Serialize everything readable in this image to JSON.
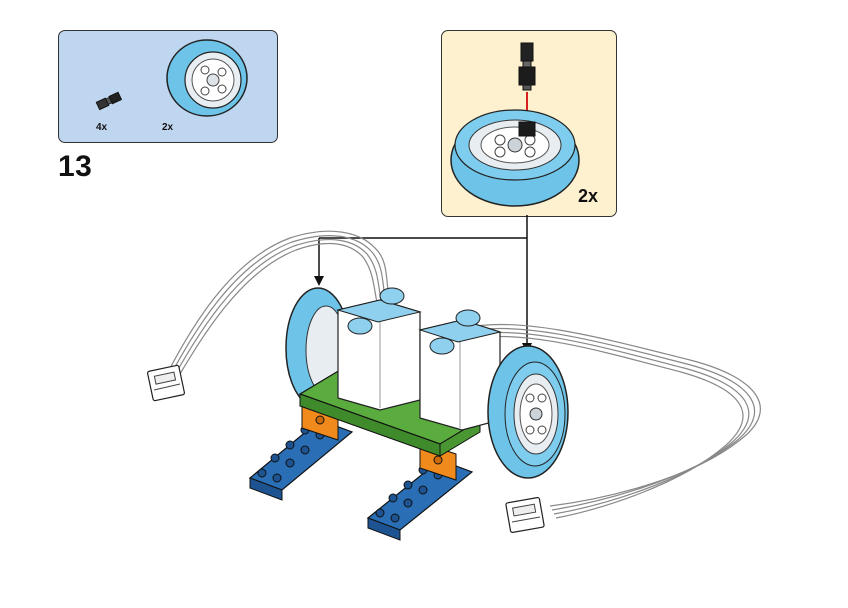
{
  "step": {
    "number": "13"
  },
  "parts_list": [
    {
      "name": "axle-connector-pin",
      "qty": "4x",
      "icon": "axle-pin-icon"
    },
    {
      "name": "wheel-with-tire",
      "qty": "2x",
      "icon": "wheel-icon"
    }
  ],
  "sub_assembly": {
    "multiplier": "2x"
  },
  "colors": {
    "parts_box": "#bfd6f0",
    "subassembly_box": "#fdf1cf",
    "tire": "#6ec4e8",
    "plate_green": "#5aac3e",
    "plate_blue": "#2a6fb5",
    "brick_orange": "#f08a1c",
    "insert_arrow": "#d62020"
  }
}
